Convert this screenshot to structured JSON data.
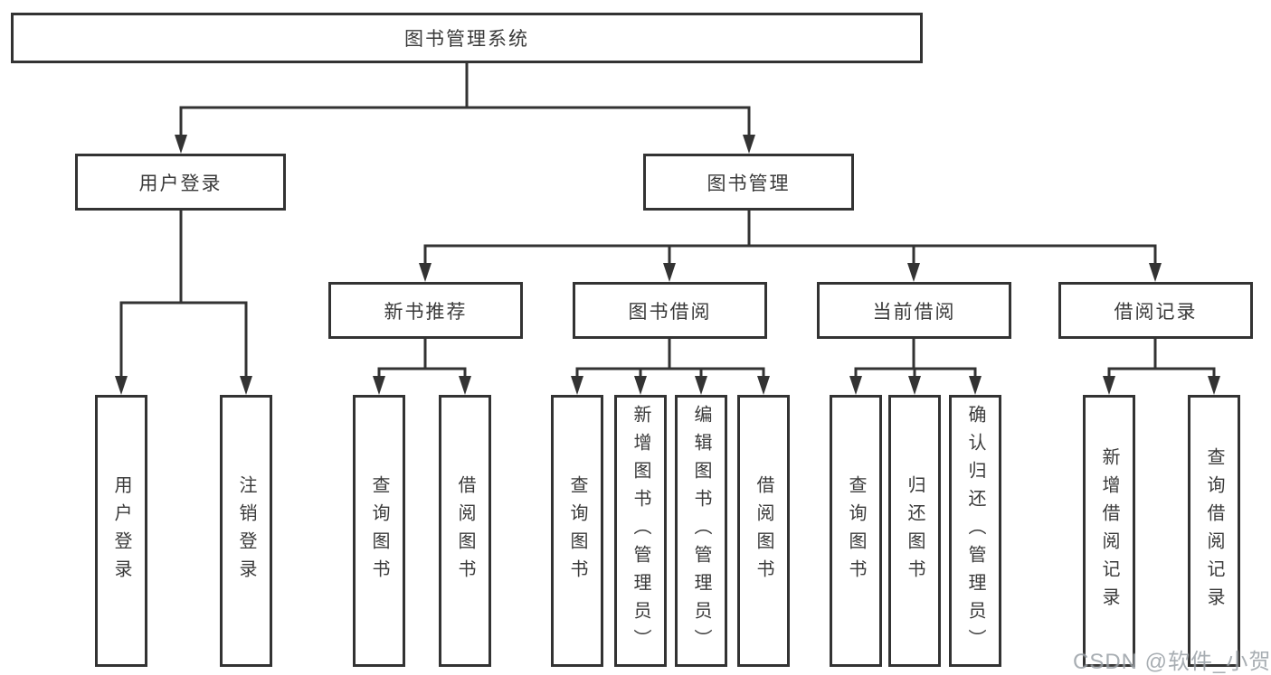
{
  "diagram": {
    "root": {
      "label": "图书管理系统"
    },
    "branches": [
      {
        "label": "用户登录",
        "children": [
          {
            "label": "用户登录"
          },
          {
            "label": "注销登录"
          }
        ]
      },
      {
        "label": "图书管理",
        "children": [
          {
            "label": "新书推荐",
            "children": [
              {
                "label": "查询图书"
              },
              {
                "label": "借阅图书"
              }
            ]
          },
          {
            "label": "图书借阅",
            "children": [
              {
                "label": "查询图书"
              },
              {
                "label": "新增图书（管理员）"
              },
              {
                "label": "编辑图书（管理员）"
              },
              {
                "label": "借阅图书"
              }
            ]
          },
          {
            "label": "当前借阅",
            "children": [
              {
                "label": "查询图书"
              },
              {
                "label": "归还图书"
              },
              {
                "label": "确认归还（管理员）"
              }
            ]
          },
          {
            "label": "借阅记录",
            "children": [
              {
                "label": "新增借阅记录"
              },
              {
                "label": "查询借阅记录"
              }
            ]
          }
        ]
      }
    ]
  },
  "watermark": {
    "text": "CSDN @软件_小贺同学"
  },
  "colors": {
    "line": "#333333",
    "text": "#3a3a3a",
    "background": "#ffffff",
    "watermark": "#9aa0a6"
  }
}
